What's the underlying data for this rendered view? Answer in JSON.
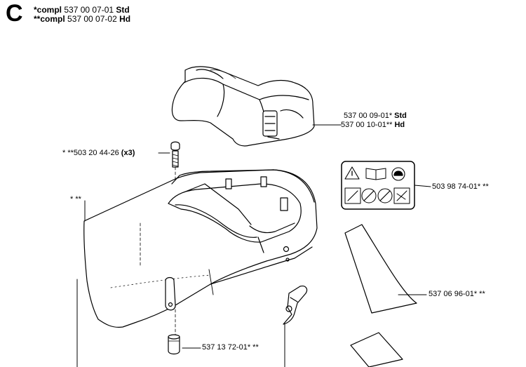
{
  "section_letter": "C",
  "header": {
    "line1": {
      "prefix": "*compl",
      "part": " 537 00 07-01 ",
      "variant": "Std"
    },
    "line2": {
      "prefix": "**compl",
      "part": " 537 00 07-02 ",
      "variant": "Hd"
    }
  },
  "callouts": {
    "top_cover": {
      "line1": {
        "part": "537 00 09-01* ",
        "variant": "Std"
      },
      "line2": {
        "part": "537 00 10-01** ",
        "variant": "Hd"
      }
    },
    "screw": {
      "part": "* **503 20 44-26 ",
      "qty": "(x3)"
    },
    "cover_stars": "* **",
    "decal": "503 98 74-01* **",
    "wedge": "537 06 96-01* **",
    "nut": "537 13 72-01* **"
  },
  "colors": {
    "line": "#000000",
    "paper": "#ffffff",
    "shade": "#e6e6e6"
  }
}
